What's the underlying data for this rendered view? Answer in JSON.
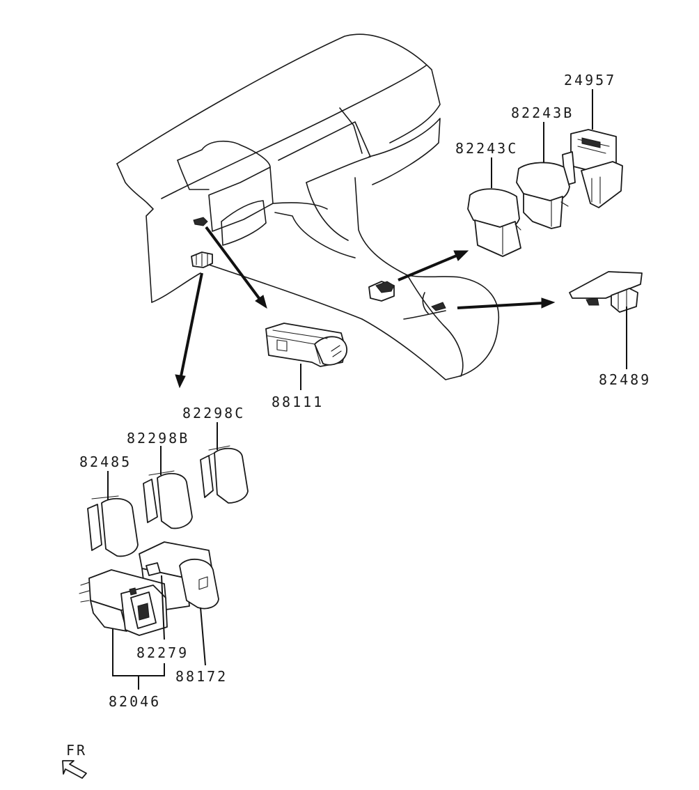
{
  "parts": {
    "p24957": "24957",
    "p82243B": "82243B",
    "p82243C": "82243C",
    "p82489": "82489",
    "p88111": "88111",
    "p82298C": "82298C",
    "p82298B": "82298B",
    "p82485": "82485",
    "p82279": "82279",
    "p88172": "88172",
    "p82046": "82046"
  },
  "orientation": {
    "label": "FR"
  },
  "icons": {
    "orientation_arrow": "front-direction-arrow-icon",
    "switch_symbol": "switch-symbol-icon"
  }
}
